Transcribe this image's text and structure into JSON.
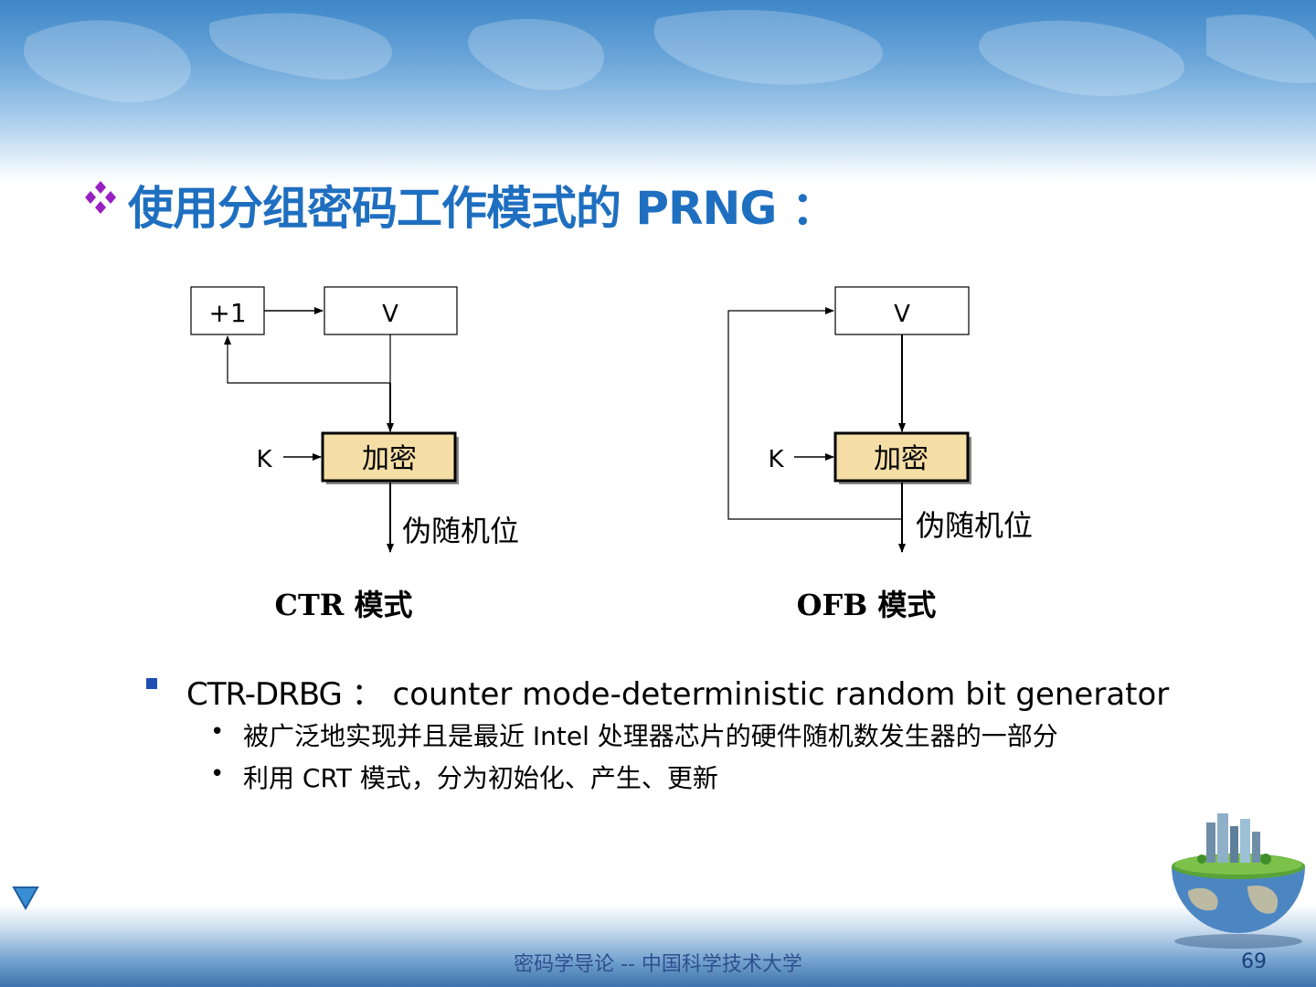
{
  "slide": {
    "title": "使用分组密码工作模式的 PRNG ：",
    "bullets": [
      {
        "term": "CTR-DRBG",
        "separator": "：",
        "text": "counter mode-deterministic random bit generator",
        "sub": [
          "被广泛地实现并且是最近 Intel 处理器芯片的硬件随机数发生器的一部分",
          "利用 CRT 模式，分为初始化、产生、更新"
        ]
      }
    ],
    "footer": "密码学导论 -- 中国科学技术大学",
    "page_number": "69"
  },
  "diagrams": {
    "ctr": {
      "increment_label": "+1",
      "v_label": "V",
      "key_label": "K",
      "encrypt_label": "加密",
      "output_label": "伪随机位",
      "caption": "CTR 模式"
    },
    "ofb": {
      "v_label": "V",
      "key_label": "K",
      "encrypt_label": "加密",
      "output_label": "伪随机位",
      "caption": "OFB 模式"
    }
  },
  "colors": {
    "title": "#1f6fc0",
    "title_bullet": "#9a1fc2",
    "encrypt_box_fill": "#f5dea6",
    "bullet_square": "#1f4fb3"
  },
  "icons": {
    "title_bullet": "diamond-cluster-icon",
    "nav": "triangle-down-icon",
    "decoration": "globe-city-icon"
  }
}
